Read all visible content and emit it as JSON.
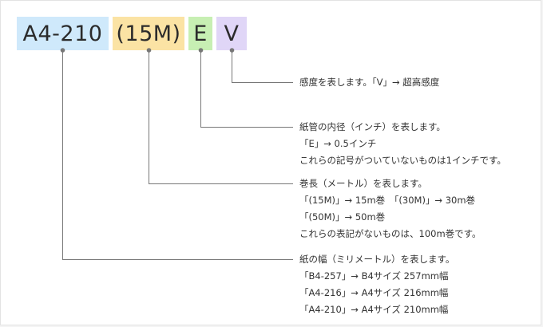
{
  "chips": {
    "width_code": "A4-210",
    "length_code": "(15M)",
    "core_code": "E",
    "sensitivity_code": "V"
  },
  "colors": {
    "width_chip": "#cfe9fb",
    "length_chip": "#fbe3a4",
    "core_chip": "#c7efb3",
    "sensitivity_chip": "#e0d6f7",
    "connector": "#777777"
  },
  "descriptions": {
    "sensitivity": {
      "lines": [
        "感度を表します。「V」→ 超高感度"
      ]
    },
    "core": {
      "lines": [
        "紙管の内径（インチ）を表します。",
        "「E」→ 0.5インチ",
        "これらの記号がついていないものは1インチです。"
      ]
    },
    "length": {
      "lines": [
        "巻長（メートル）を表します。",
        "「(15M)」→ 15m巻　「(30M)」→ 30m巻",
        "「(50M)」→ 50m巻",
        "これらの表記がないものは、100m巻です。"
      ]
    },
    "width": {
      "lines": [
        "紙の幅（ミリメートル）を表します。",
        "「B4-257」→ B4サイズ 257mm幅",
        "「A4-216」→ A4サイズ 216mm幅",
        "「A4-210」→ A4サイズ 210mm幅"
      ]
    }
  }
}
